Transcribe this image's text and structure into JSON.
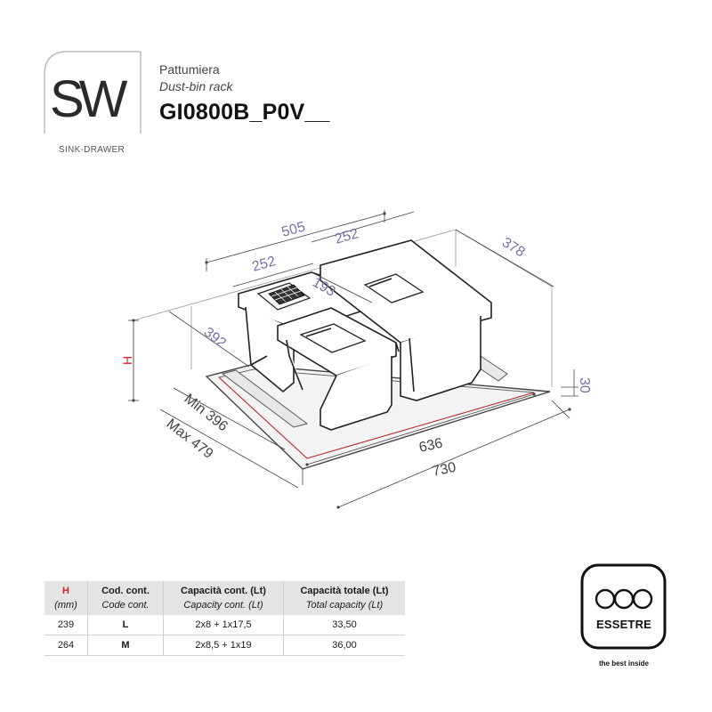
{
  "brand": {
    "logo_text": "SW",
    "logo_subtitle": "SINK-DRAWER",
    "company": "ESSETRE",
    "tagline": "the best inside"
  },
  "product": {
    "name_it": "Pattumiera",
    "name_en": "Dust-bin rack",
    "code": "GI0800B_P0V__"
  },
  "dimensions": {
    "d505": "505",
    "d252_top": "252",
    "d252_left": "252",
    "d193": "193",
    "d378": "378",
    "d392": "392",
    "h": "H",
    "d30": "30",
    "min396": "Min 396",
    "max479": "Max 479",
    "d636": "636",
    "d730": "730"
  },
  "colors": {
    "dimension_text": "#7a70a8",
    "accent_red": "#d0202a"
  },
  "table": {
    "headers": [
      "H",
      "Cod. cont.",
      "Capacità cont. (Lt)",
      "Capacità totale (Lt)"
    ],
    "subheaders": [
      "(mm)",
      "Code cont.",
      "Capacity cont. (Lt)",
      "Total capacity (Lt)"
    ],
    "rows": [
      [
        "239",
        "L",
        "2x8 + 1x17,5",
        "33,50"
      ],
      [
        "264",
        "M",
        "2x8,5 + 1x19",
        "36,00"
      ]
    ]
  }
}
